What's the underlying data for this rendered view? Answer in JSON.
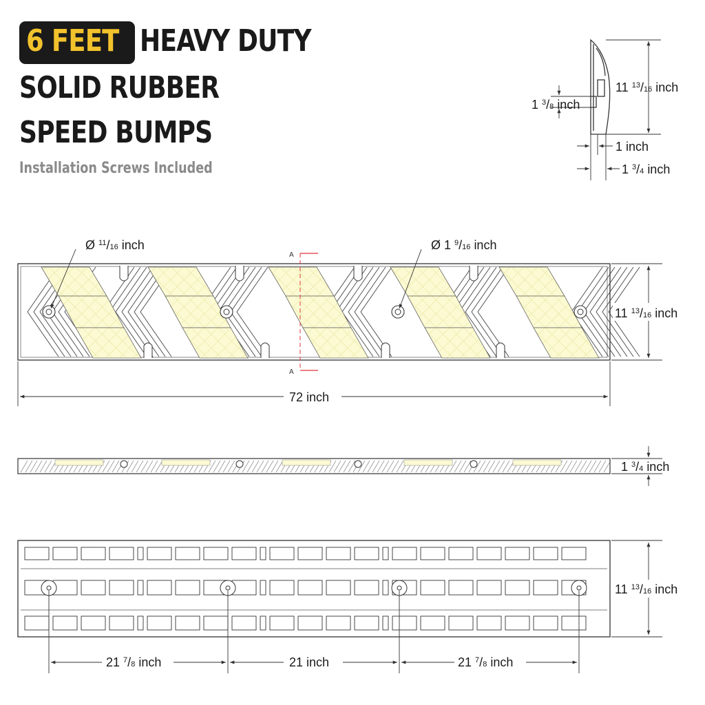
{
  "headline": {
    "badge": "6 FEET",
    "line1_rest": "HEAVY DUTY",
    "line2": "SOLID RUBBER",
    "line3": "SPEED BUMPS",
    "subtitle": "Installation Screws Included"
  },
  "colors": {
    "badge_bg": "#1a1a1a",
    "badge_text": "#f2c22d",
    "reflective_fill": "#fbfad2",
    "reflective_grid": "#e6e29a",
    "section_marker": "#e0333a",
    "line": "#333333"
  },
  "profile_view": {
    "height_label": {
      "whole": "11",
      "num": "13",
      "den": "16",
      "unit": "inch"
    },
    "groove_label": {
      "whole": "1",
      "num": "3",
      "den": "8",
      "unit": "inch"
    },
    "base_label": "1 inch",
    "thickness_label": {
      "whole": "1",
      "num": "3",
      "den": "4",
      "unit": "inch"
    }
  },
  "top_view": {
    "length_label": "72 inch",
    "width_label": {
      "whole": "11",
      "num": "13",
      "den": "16",
      "unit": "inch"
    },
    "hole_small_label": {
      "prefix": "Ø",
      "num": "11",
      "den": "16",
      "unit": "inch"
    },
    "hole_large_label": {
      "prefix": "Ø 1",
      "num": "9",
      "den": "16",
      "unit": "inch"
    },
    "section_marker": "A"
  },
  "side_view": {
    "height_label": {
      "whole": "1",
      "num": "3",
      "den": "4",
      "unit": "inch"
    }
  },
  "bottom_view": {
    "width_label": {
      "whole": "11",
      "num": "13",
      "den": "16",
      "unit": "inch"
    },
    "spacing_1": {
      "whole": "21",
      "num": "7",
      "den": "8",
      "unit": "inch"
    },
    "spacing_2": "21 inch",
    "spacing_3": {
      "whole": "21",
      "num": "7",
      "den": "8",
      "unit": "inch"
    }
  }
}
